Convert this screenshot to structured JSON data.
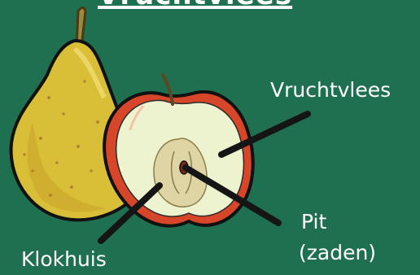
{
  "slide": {
    "title": "Vruchtvlees"
  },
  "labels": {
    "vruchtvlees": "Vruchtvlees",
    "pit_line1": "Pit",
    "pit_line2": "(zaden)",
    "klokhuis": "Klokhuis"
  },
  "colors": {
    "background": "#1f7050",
    "text": "#ffffff",
    "pointer": "#151515"
  },
  "icons": {
    "pear": "pear-illustration",
    "apple": "apple-half-illustration"
  }
}
